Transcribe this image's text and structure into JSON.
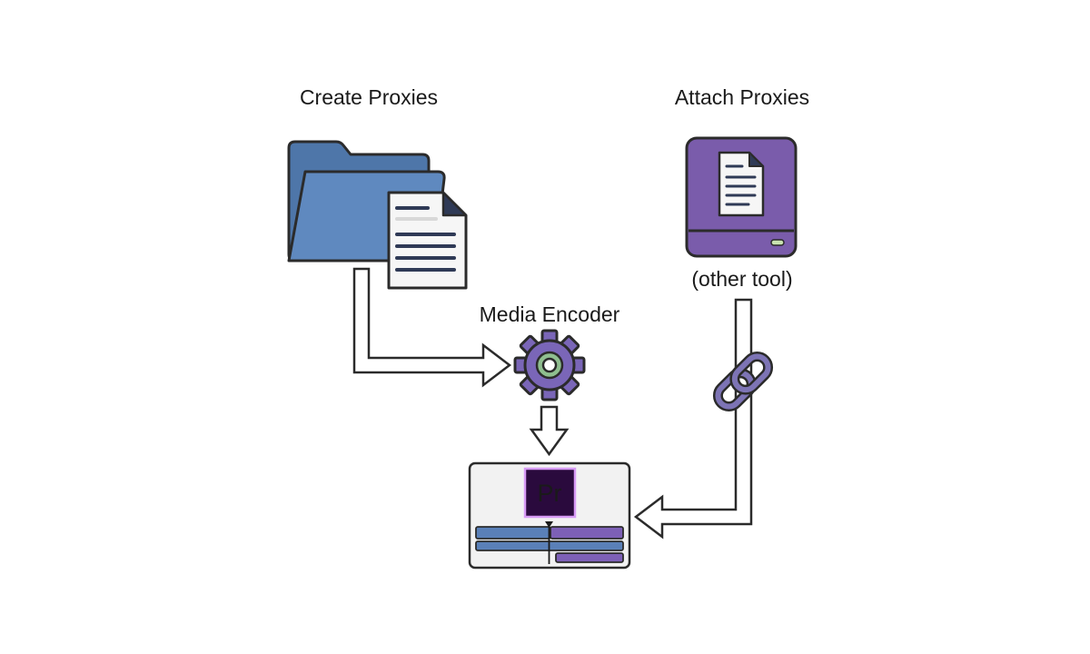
{
  "labels": {
    "create_proxies": "Create Proxies",
    "attach_proxies": "Attach Proxies",
    "other_tool": "(other tool)",
    "media_encoder": "Media Encoder"
  },
  "premiere": {
    "logo_text": "Pr"
  },
  "icons": {
    "source": "folder-with-document-icon",
    "external": "external-drive-icon",
    "encoder": "gear-icon",
    "link": "chain-link-icon",
    "editor": "premiere-pro-timeline-icon"
  },
  "colors": {
    "outline": "#2b2b2b",
    "folder_back": "#4e76a9",
    "folder_front": "#5f89bf",
    "drive": "#7a5cab",
    "gear": "#7a66b8",
    "gear_ring": "#8fbe8f",
    "chain": "#7d74b5",
    "pr_bg": "#2a0a3d",
    "pr_border": "#d79bf5",
    "track_blue": "#5a80b8",
    "track_purple": "#7d60b6",
    "panel_bg": "#f2f2f2"
  }
}
